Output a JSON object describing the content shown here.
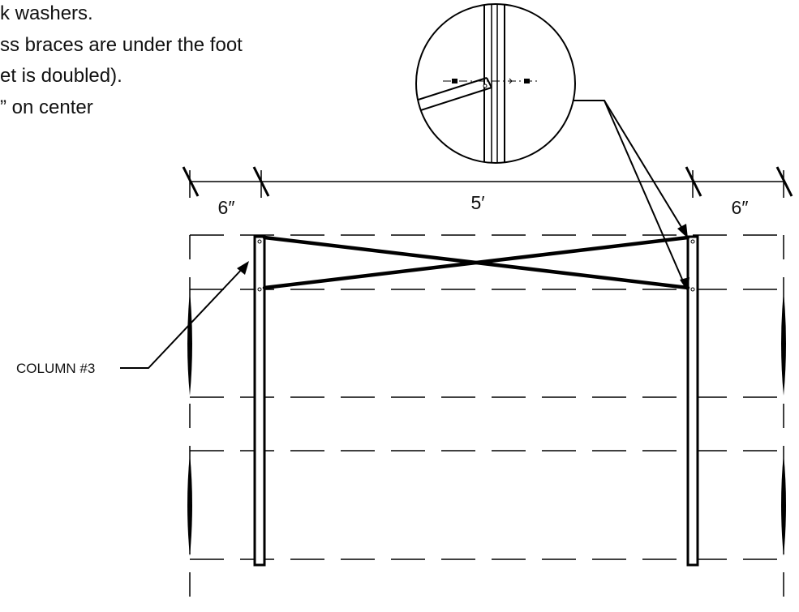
{
  "notes": [
    "k washers.",
    "ss braces are under the foot",
    "et is doubled).",
    "” on center"
  ],
  "dimensions": {
    "left_offset": "6″",
    "span": "5′",
    "right_offset": "6″"
  },
  "callout": {
    "column_label": "COLUMN #3"
  }
}
